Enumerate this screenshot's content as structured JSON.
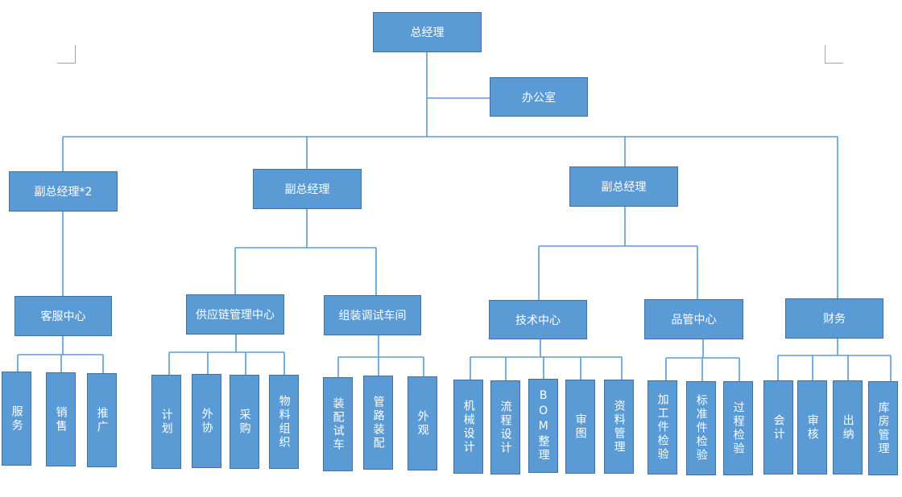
{
  "theme": {
    "box_fill": "#5b9bd5",
    "box_border": "#41719c",
    "line_color": "#5b9bd5",
    "text_color": "#ffffff"
  },
  "org": {
    "top": "总经理",
    "office": "办公室",
    "vp1": "副总经理*2",
    "vp2": "副总经理",
    "vp3": "副总经理",
    "centers": {
      "customer_service": "客服中心",
      "supply_chain": "供应链管理中心",
      "assembly": "组装调试车间",
      "tech": "技术中心",
      "quality": "品管中心",
      "finance": "财务"
    },
    "units": {
      "service": "服务",
      "sales": "销售",
      "promotion": "推广",
      "plan": "计划",
      "outsource": "外协",
      "purchase": "采购",
      "material_org": "物料组织",
      "assembly_test": "装配试车",
      "pipe_assembly": "管路装配",
      "appearance": "外观",
      "mech_design": "机械设计",
      "process_design": "流程设计",
      "bom": "BOM整理",
      "review": "审图",
      "doc_mgmt": "资料管理",
      "machined_parts": "加工件检验",
      "std_parts": "标准件检验",
      "process_check": "过程检验",
      "accounting": "会计",
      "audit": "审核",
      "cashier": "出纳",
      "warehouse": "库房管理"
    }
  }
}
